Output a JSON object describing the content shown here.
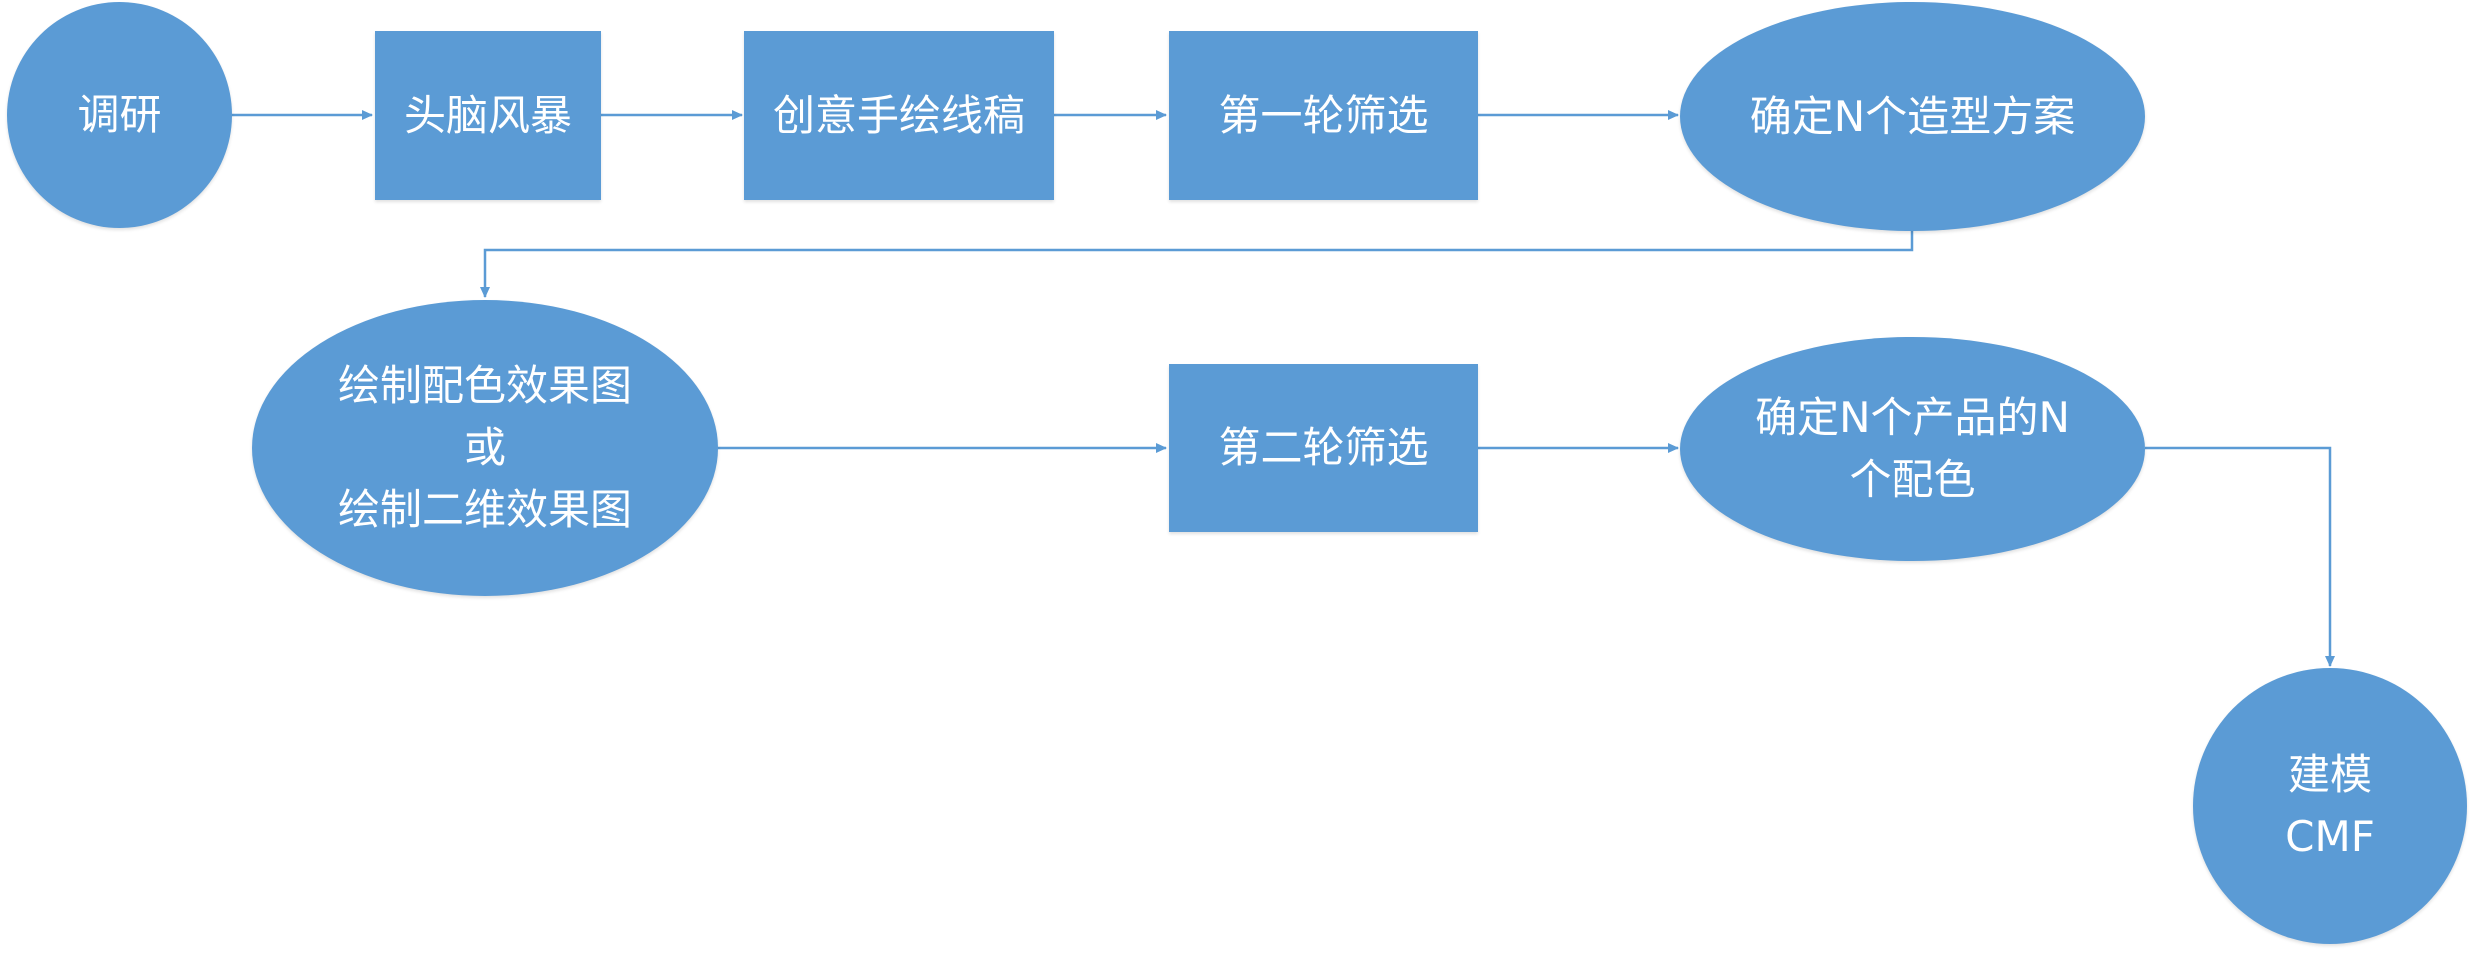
{
  "colors": {
    "node_fill": "#5b9bd5",
    "node_text": "#ffffff",
    "connector": "#5b9bd5",
    "background": "#ffffff"
  },
  "nodes": {
    "research": {
      "shape": "ellipse",
      "lines": [
        "调研"
      ]
    },
    "brainstorm": {
      "shape": "rectangle",
      "lines": [
        "头脑风暴"
      ]
    },
    "sketch": {
      "shape": "rectangle",
      "lines": [
        "创意手绘线稿"
      ]
    },
    "screening1": {
      "shape": "rectangle",
      "lines": [
        "第一轮筛选"
      ]
    },
    "shape_schemes": {
      "shape": "ellipse",
      "lines": [
        "确定N个造型方案"
      ]
    },
    "renderings": {
      "shape": "ellipse",
      "lines": [
        "绘制配色效果图",
        "或",
        "绘制二维效果图"
      ]
    },
    "screening2": {
      "shape": "rectangle",
      "lines": [
        "第二轮筛选"
      ]
    },
    "color_schemes": {
      "shape": "ellipse",
      "lines": [
        "确定N个产品的N",
        "个配色"
      ]
    },
    "modeling": {
      "shape": "ellipse",
      "lines": [
        "建模",
        "CMF"
      ]
    }
  },
  "edges": [
    {
      "from": "research",
      "to": "brainstorm"
    },
    {
      "from": "brainstorm",
      "to": "sketch"
    },
    {
      "from": "sketch",
      "to": "screening1"
    },
    {
      "from": "screening1",
      "to": "shape_schemes"
    },
    {
      "from": "shape_schemes",
      "to": "renderings"
    },
    {
      "from": "renderings",
      "to": "screening2"
    },
    {
      "from": "screening2",
      "to": "color_schemes"
    },
    {
      "from": "color_schemes",
      "to": "modeling"
    }
  ]
}
